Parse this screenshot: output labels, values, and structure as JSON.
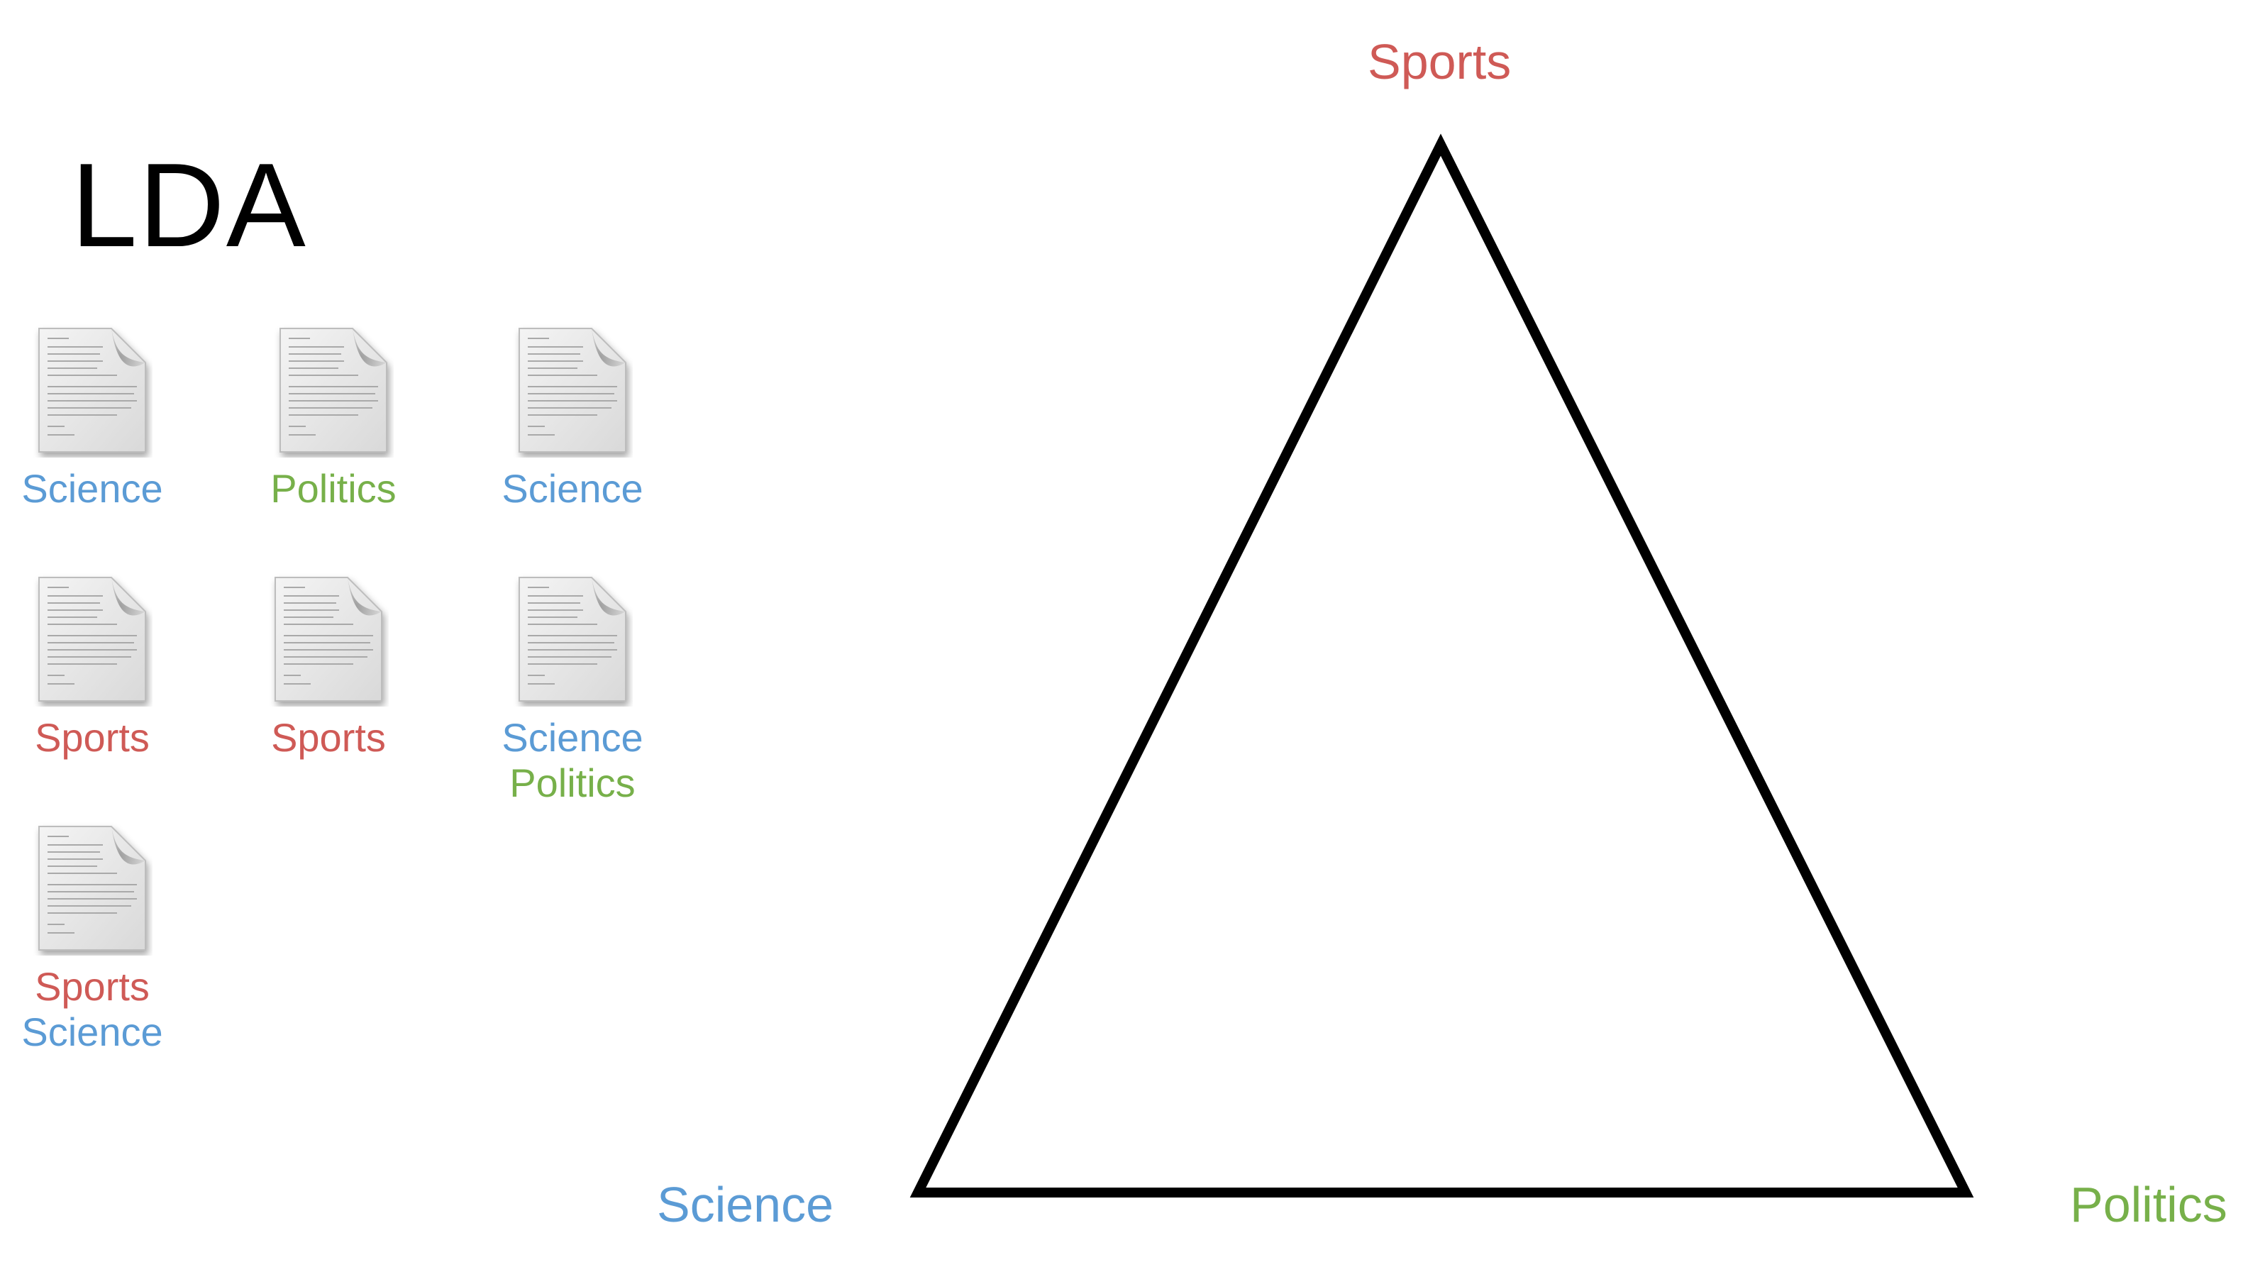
{
  "title": "LDA",
  "colors": {
    "science": "#5b9bd5",
    "politics": "#77b04a",
    "sports": "#cf5a56",
    "triangle_stroke": "#000000"
  },
  "documents": [
    {
      "icon": "document-icon",
      "labels": [
        "Science"
      ]
    },
    {
      "icon": "document-icon",
      "labels": [
        "Politics"
      ]
    },
    {
      "icon": "document-icon",
      "labels": [
        "Science"
      ]
    },
    {
      "icon": "document-icon",
      "labels": [
        "Sports"
      ]
    },
    {
      "icon": "document-icon",
      "labels": [
        "Sports"
      ]
    },
    {
      "icon": "document-icon",
      "labels": [
        "Science",
        "Politics"
      ]
    },
    {
      "icon": "document-icon",
      "labels": [
        "Sports",
        "Science"
      ]
    }
  ],
  "simplex": {
    "top_label": "Sports",
    "left_label": "Science",
    "right_label": "Politics"
  }
}
